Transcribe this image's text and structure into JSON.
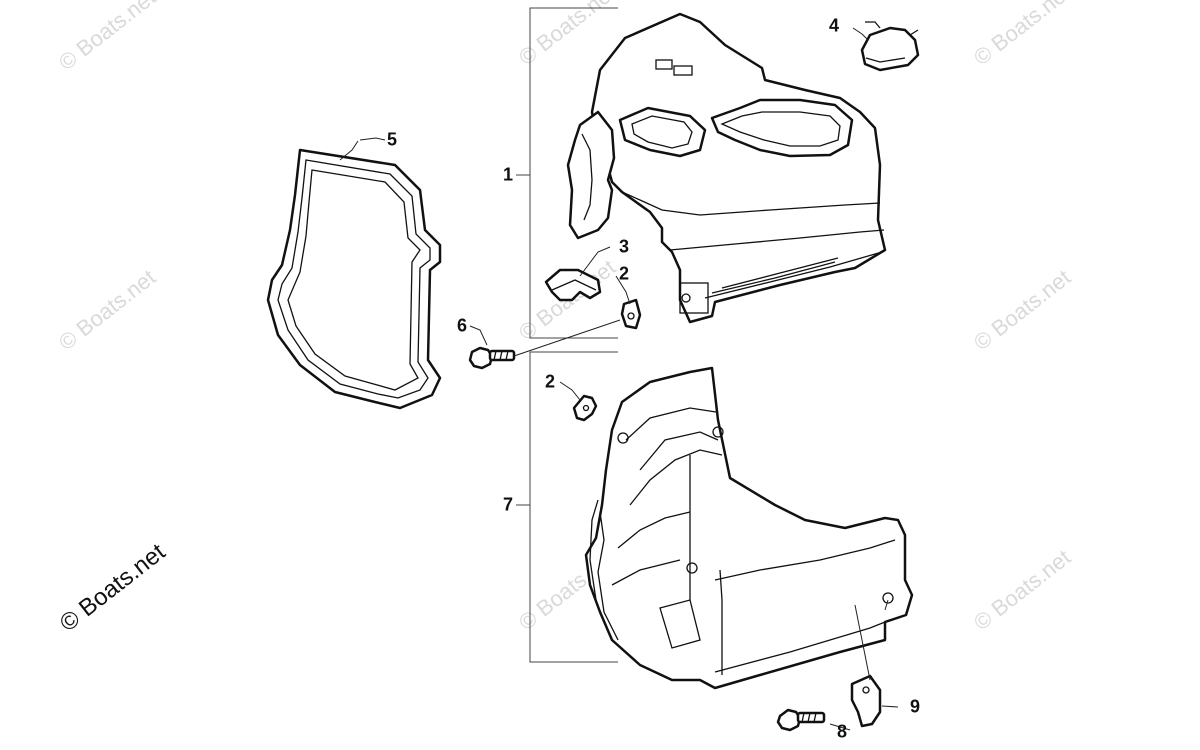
{
  "watermark": {
    "text": "© Boats.net",
    "highlight_text": "© Boats.net"
  },
  "callouts": [
    {
      "id": "1",
      "label": "1"
    },
    {
      "id": "2a",
      "label": "2"
    },
    {
      "id": "2b",
      "label": "2"
    },
    {
      "id": "3",
      "label": "3"
    },
    {
      "id": "4",
      "label": "4"
    },
    {
      "id": "5",
      "label": "5"
    },
    {
      "id": "6",
      "label": "6"
    },
    {
      "id": "7",
      "label": "7"
    },
    {
      "id": "8",
      "label": "8"
    },
    {
      "id": "9",
      "label": "9"
    }
  ]
}
